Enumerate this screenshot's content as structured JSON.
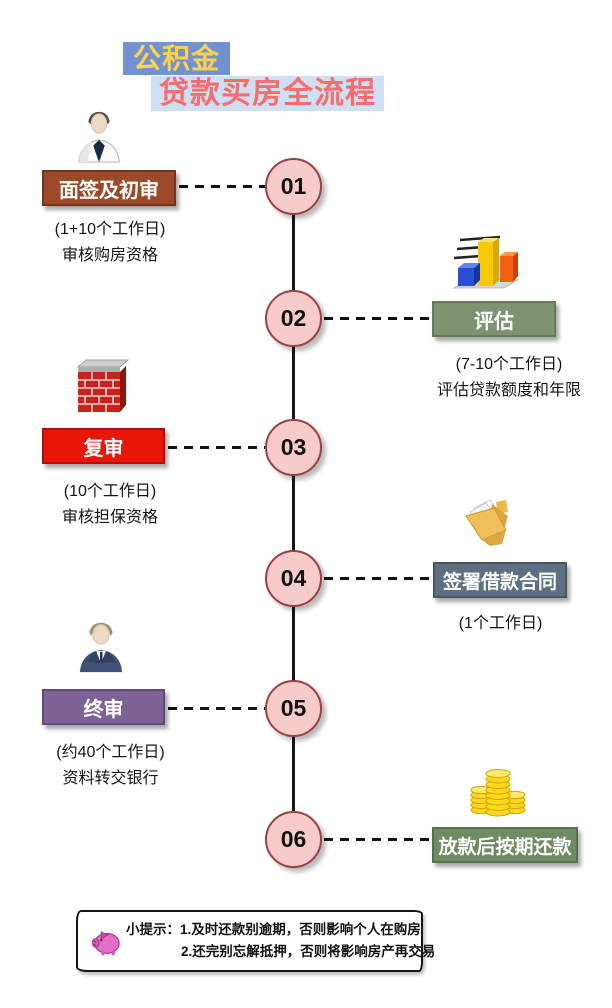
{
  "title": {
    "line1": "公积金",
    "line2": "贷款买房全流程"
  },
  "steps": [
    {
      "number": "01",
      "label": "面签及初审",
      "side": "left",
      "icon": "businessman-icon",
      "box_color": "#9D4A2B",
      "notes": [
        "(1+10个工作日)",
        "审核购房资格"
      ]
    },
    {
      "number": "02",
      "label": "评估",
      "side": "right",
      "icon": "bar-chart-icon",
      "box_color": "#7E9471",
      "notes": [
        "(7-10个工作日)",
        "评估贷款额度和年限"
      ]
    },
    {
      "number": "03",
      "label": "复审",
      "side": "left",
      "icon": "brick-wall-icon",
      "box_color": "#EA1509",
      "notes": [
        "(10个工作日)",
        "审核担保资格"
      ]
    },
    {
      "number": "04",
      "label": "签署借款合同",
      "side": "right",
      "icon": "folder-icon",
      "box_color": "#5D6F80",
      "notes": [
        "(1个工作日)"
      ]
    },
    {
      "number": "05",
      "label": "终审",
      "side": "left",
      "icon": "businessman-suit-icon",
      "box_color": "#7D6395",
      "notes": [
        "(约40个工作日)",
        "资料转交银行"
      ]
    },
    {
      "number": "06",
      "label": "放款后按期还款",
      "side": "right",
      "icon": "gold-coins-icon",
      "box_color": "#6F8B63",
      "notes": []
    }
  ],
  "tip": {
    "icon": "piggy-bank-icon",
    "prefix": "小提示：",
    "lines": [
      "1.及时还款别逾期，否则影响个人在购房",
      "2.还完别忘解抵押，否则将影响房产再交易"
    ]
  },
  "colors": {
    "title1_bg": "#7191D1",
    "title1_text": "#FFD24A",
    "title2_bg": "#CEDFF3",
    "title2_text": "#F86C6C",
    "circle_fill": "#F8CBCB",
    "circle_border": "#9B4141",
    "timeline": "#161616"
  }
}
